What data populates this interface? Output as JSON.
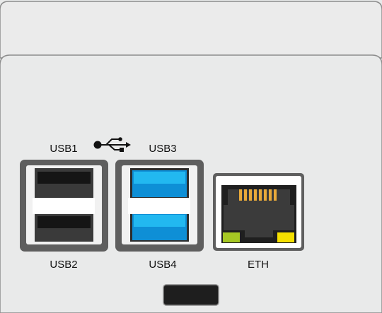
{
  "ports": {
    "usb1_label": "USB1",
    "usb2_label": "USB2",
    "usb3_label": "USB3",
    "usb4_label": "USB4",
    "eth_label": "ETH"
  },
  "colors": {
    "panel": "#e9eaea",
    "outline": "#8a8a8a",
    "port_frame_dark": "#5f5f5f",
    "usb2_slot": "#2c2c2c",
    "usb3_slot": "#19a7e6",
    "usb3_slot_inner": "#0b8bd0",
    "eth_led_green": "#a6c823",
    "eth_led_yellow": "#f5e000",
    "eth_pins": "#e8a93a"
  },
  "icons": {
    "usb_logo": "usb-trident-icon"
  }
}
